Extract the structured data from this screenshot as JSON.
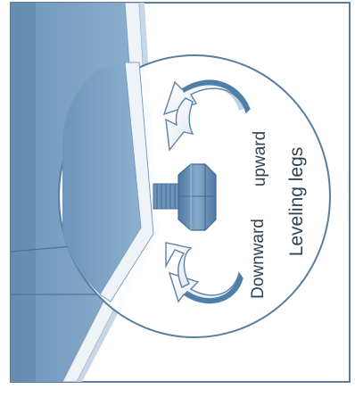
{
  "labels": {
    "upward": "upward",
    "downward": "Downward",
    "leveling_legs": "Leveling legs"
  },
  "colors": {
    "frame": "#5b7da0",
    "cabinet_side": "#6f96ba",
    "cabinet_face": "#8fb0cd",
    "cabinet_edge": "#e8eef4",
    "bolt": "#5d86ad",
    "arrow_fill": "#ffffff",
    "arrow_dark": "#4f7ea8",
    "text": "#33424f"
  },
  "icons": {
    "rotate_up": "curved-arrow-icon",
    "rotate_down": "curved-arrow-icon",
    "bolt": "hex-bolt-icon"
  }
}
